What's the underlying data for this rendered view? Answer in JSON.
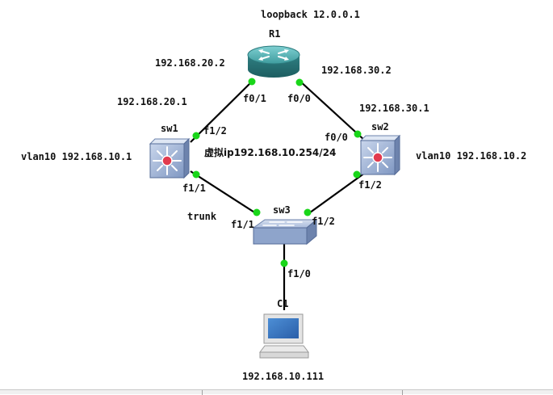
{
  "diagram": {
    "router": {
      "name": "R1",
      "loopback": "loopback 12.0.0.1",
      "port_left": "f0/1",
      "port_right": "f0/0",
      "ip_left": "192.168.20.2",
      "ip_right": "192.168.30.2"
    },
    "sw1": {
      "name": "sw1",
      "vlan": "vlan10 192.168.10.1",
      "ip_uplink": "192.168.20.1",
      "port_uplink": "f1/2",
      "port_down": "f1/1"
    },
    "sw2": {
      "name": "sw2",
      "vlan": "vlan10 192.168.10.2",
      "ip_uplink": "192.168.30.1",
      "port_uplink": "f0/0",
      "port_down": "f1/2"
    },
    "virtual_ip": "虚拟ip192.168.10.254/24",
    "sw3": {
      "name": "sw3",
      "port_left": "f1/1",
      "port_right": "f1/2",
      "port_down": "f1/0",
      "trunk": "trunk"
    },
    "pc": {
      "name": "C1",
      "ip": "192.168.10.111"
    }
  },
  "colors": {
    "port_indicator": "#19d619",
    "router_body": "#3f9c9e",
    "switch_body": "#9fb4d6",
    "switch_center": "#e23a4e",
    "link": "#000000"
  },
  "icons": {
    "router": "router-icon",
    "multilayer_switch": "multilayer-switch-icon",
    "l2_switch": "l2-switch-icon",
    "pc": "pc-icon"
  }
}
